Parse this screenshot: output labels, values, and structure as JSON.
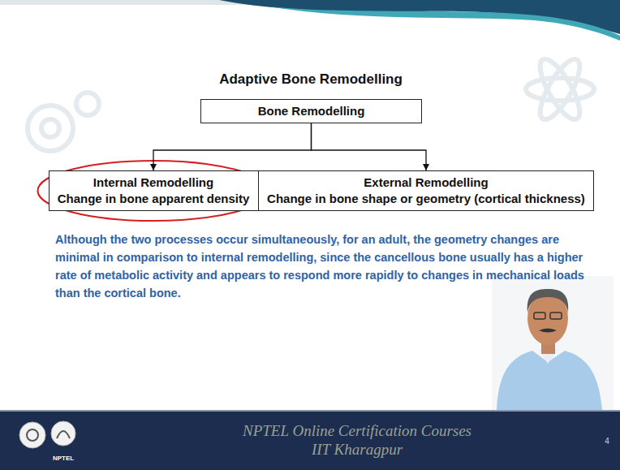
{
  "diagram": {
    "title": "Adaptive Bone Remodelling",
    "nodes": [
      {
        "text": [
          "Bone Remodelling"
        ]
      },
      {
        "text": [
          "Internal Remodelling",
          "Change in bone apparent density"
        ]
      },
      {
        "text": [
          "External Remodelling",
          "Change in bone shape or geometry (cortical thickness)"
        ]
      }
    ],
    "edges": [
      {
        "from": 0,
        "to": 1,
        "arrow": "to"
      },
      {
        "from": 0,
        "to": 2,
        "arrow": "to"
      }
    ],
    "labels": [
      "Although the two processes occur simultaneously, for an adult, the geometry changes are minimal in comparison to internal remodelling, since the cancellous bone usually has a higher rate of metabolic activity and appears to respond more rapidly to changes in mechanical loads than the cortical bone.",
      "NPTEL Online Certification Courses",
      "IIT Kharagpur",
      "NPTEL",
      "4"
    ]
  }
}
